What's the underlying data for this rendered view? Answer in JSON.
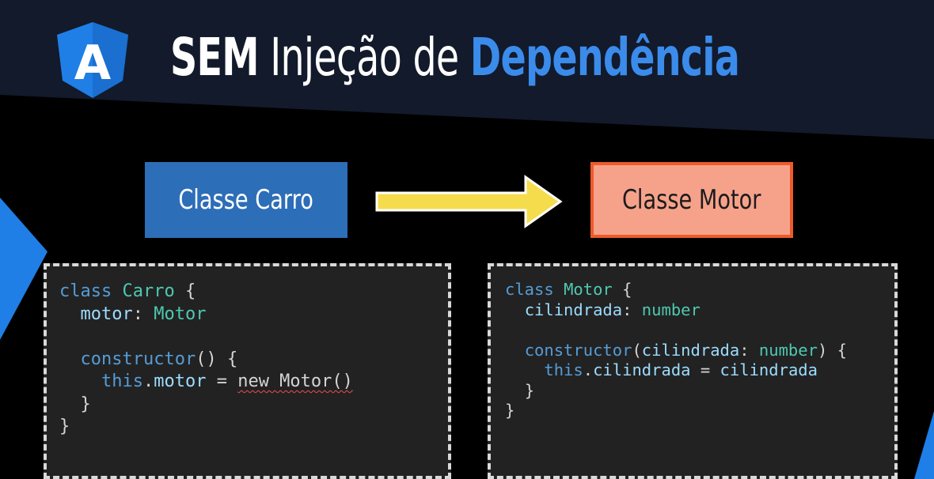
{
  "title": {
    "part1": "SEM",
    "part2": "Injeção de",
    "part3": "Dependência"
  },
  "logo": {
    "letter": "A",
    "icon": "angular-icon"
  },
  "boxes": {
    "carro": "Classe Carro",
    "motor": "Classe Motor"
  },
  "arrow": {
    "icon": "right-arrow-icon",
    "color": "#f5dc4d"
  },
  "colors": {
    "accent_blue": "#3b8beb",
    "carro_box": "#2d6eb8",
    "motor_box": "#f6a28a",
    "motor_border": "#ef5a2a",
    "banner": "#121a2b"
  },
  "code_left": {
    "l1_kw": "class",
    "l1_name": "Carro",
    "l1_brace": "{",
    "l2_prop": "motor",
    "l2_colon": ":",
    "l2_type": "Motor",
    "l3_fn": "constructor",
    "l3_rest": "() {",
    "l4_this": "this",
    "l4_dot": ".",
    "l4_prop": "motor",
    "l4_eq": " = ",
    "l4_new": "new Motor()",
    "l5": "}",
    "l6": "}"
  },
  "code_right": {
    "l1_kw": "class",
    "l1_name": "Motor",
    "l1_brace": "{",
    "l2_prop": "cilindrada",
    "l2_colon": ":",
    "l2_type": "number",
    "l3_fn": "constructor",
    "l3_open": "(",
    "l3_param": "cilindrada",
    "l3_colon": ": ",
    "l3_type": "number",
    "l3_close": ") {",
    "l4_this": "this",
    "l4_dot": ".",
    "l4_prop": "cilindrada",
    "l4_eq": " = ",
    "l4_val": "cilindrada",
    "l5": "}",
    "l6": "}"
  }
}
